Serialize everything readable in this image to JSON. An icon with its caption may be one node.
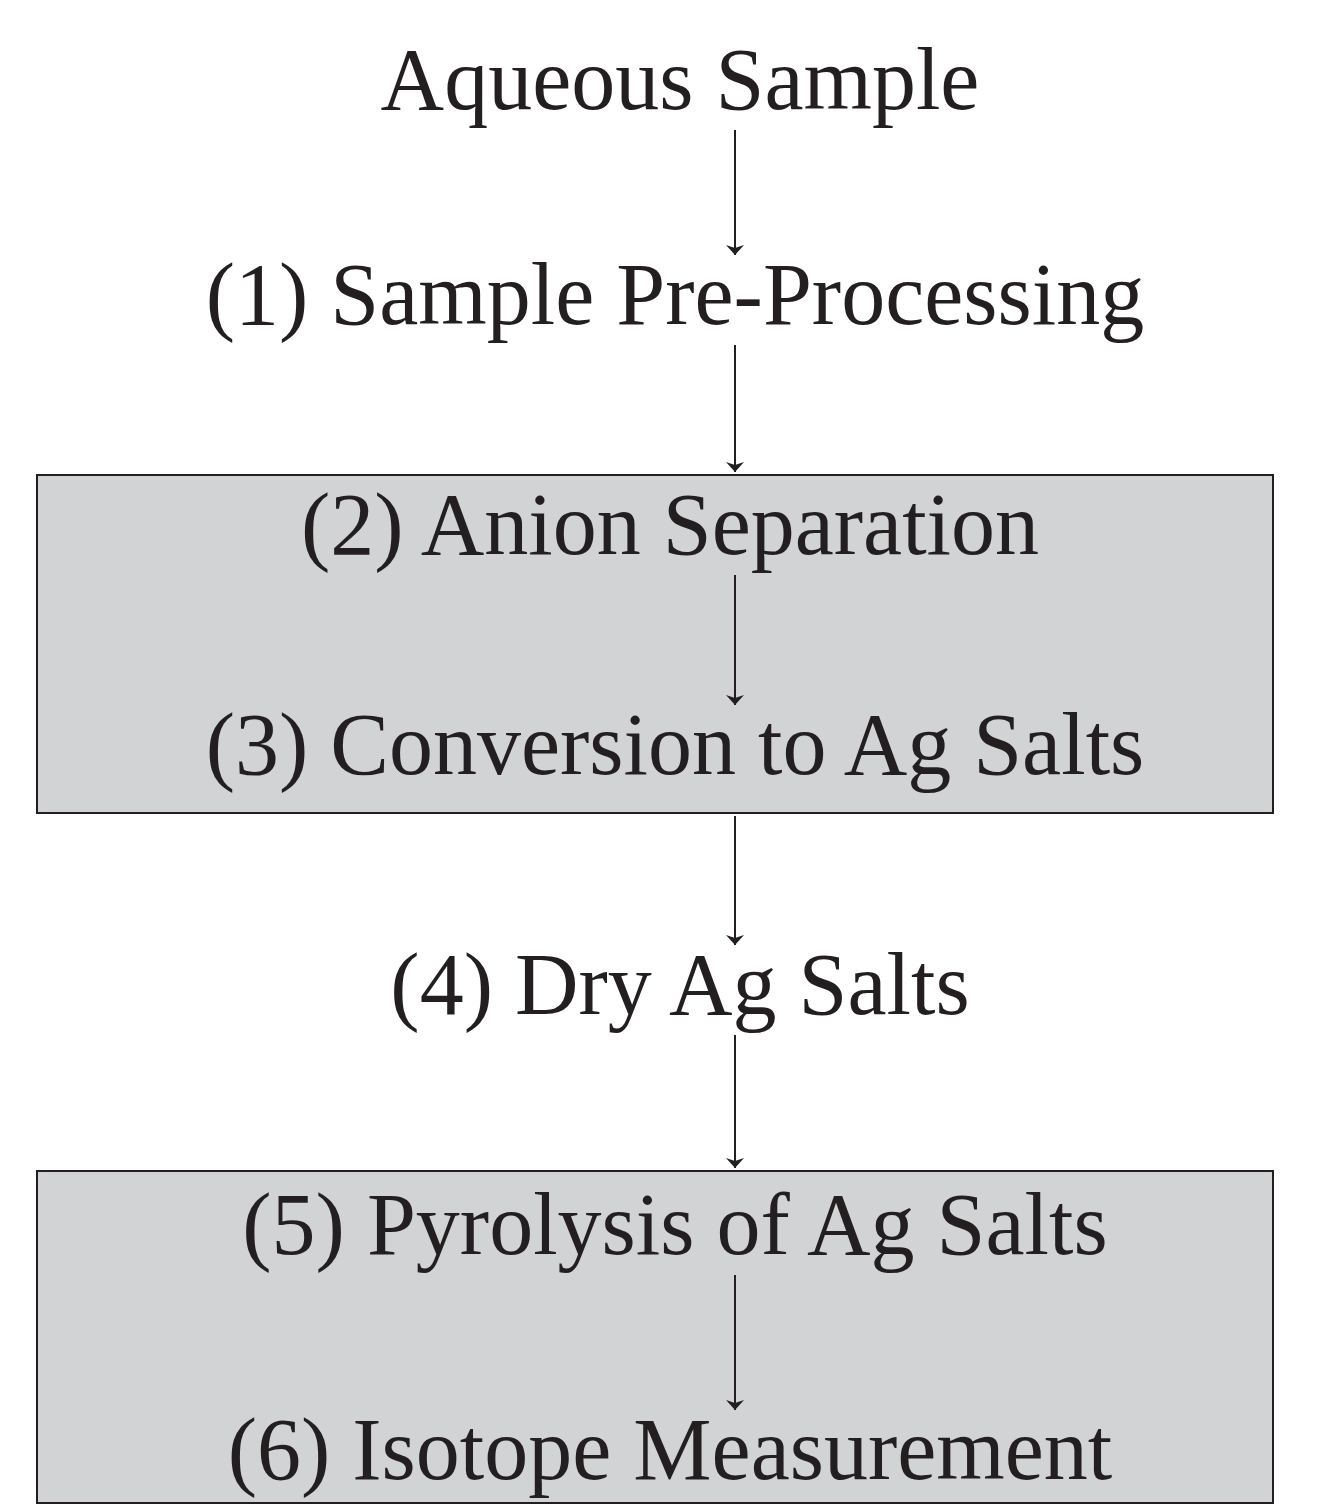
{
  "diagram": {
    "nodes": [
      {
        "text": [
          "Aqueous Sample"
        ]
      },
      {
        "text": [
          "(1) Sample Pre-Processing"
        ]
      },
      {
        "text": [],
        "shape": "box"
      },
      {
        "text": [
          "(2) Anion Separation"
        ],
        "in": 2
      },
      {
        "text": [
          "(3) Conversion to Ag Salts"
        ],
        "in": 2
      },
      {
        "text": [
          "(4) Dry Ag Salts"
        ]
      },
      {
        "text": [],
        "shape": "box"
      },
      {
        "text": [
          "(5) Pyrolysis of Ag Salts"
        ],
        "in": 6
      },
      {
        "text": [
          "(6) Isotope Measurement"
        ],
        "in": 6
      }
    ],
    "edges": [
      {
        "from": 0,
        "to": 1,
        "arrow": "to"
      },
      {
        "from": 1,
        "to": 2,
        "arrow": "to"
      },
      {
        "from": 3,
        "to": 4,
        "arrow": "to"
      },
      {
        "from": 2,
        "to": 5,
        "arrow": "to"
      },
      {
        "from": 5,
        "to": 6,
        "arrow": "to"
      },
      {
        "from": 7,
        "to": 8,
        "arrow": "to"
      }
    ]
  }
}
